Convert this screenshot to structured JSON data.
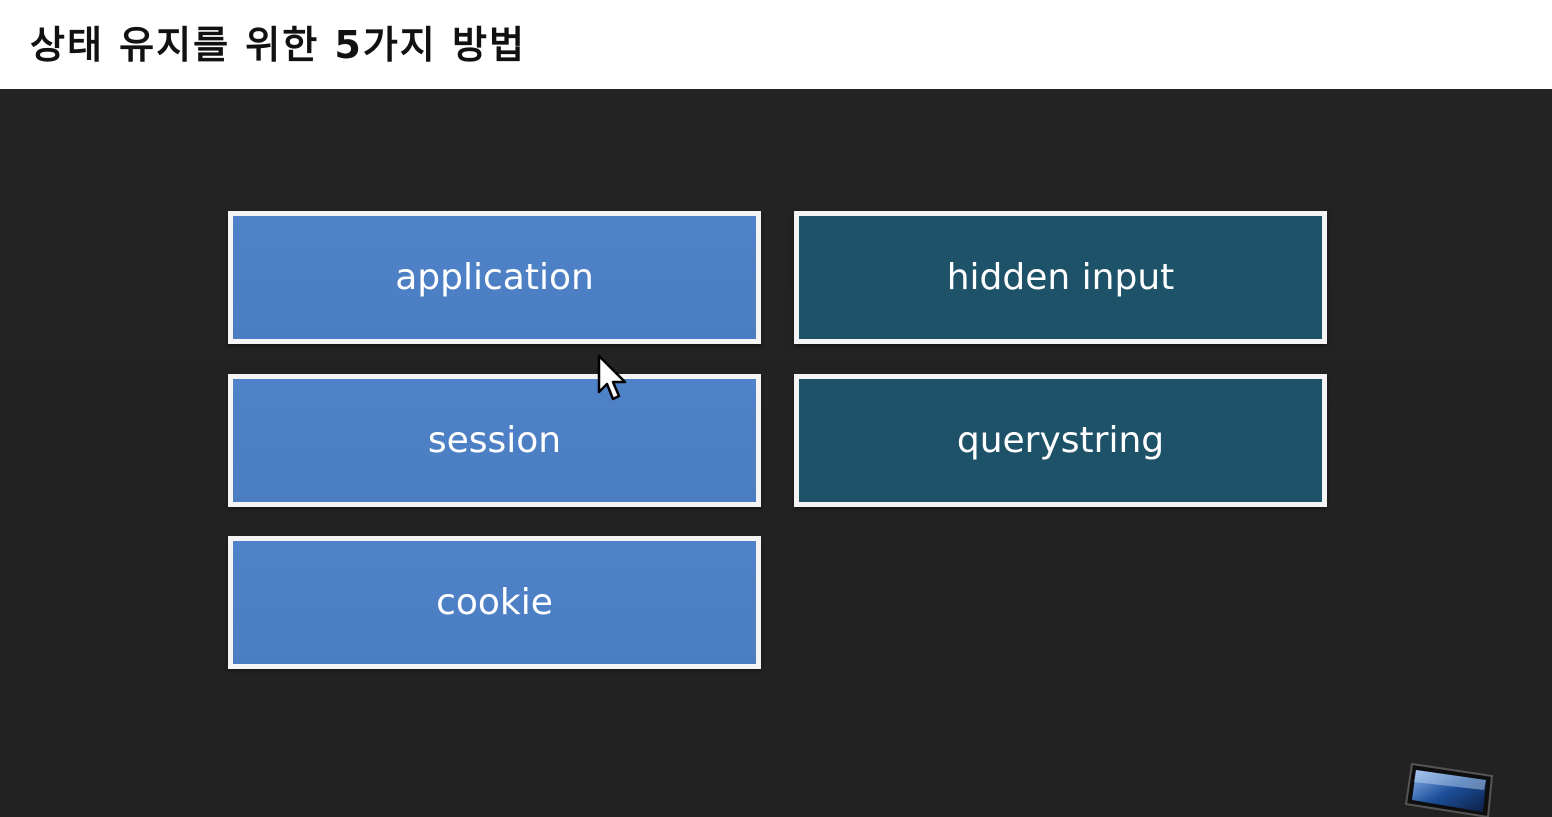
{
  "header": {
    "title": "상태 유지를 위한 5가지 방법"
  },
  "diagram": {
    "boxes": [
      {
        "label": "application",
        "color": "#4f82c8"
      },
      {
        "label": "hidden input",
        "color": "#1e5269"
      },
      {
        "label": "session",
        "color": "#4f82c8"
      },
      {
        "label": "querystring",
        "color": "#1e5269"
      },
      {
        "label": "cookie",
        "color": "#4f82c8"
      }
    ]
  },
  "overlay": {
    "cursor_icon": "mouse-pointer-icon",
    "logo_icon": "channel-logo-icon"
  }
}
